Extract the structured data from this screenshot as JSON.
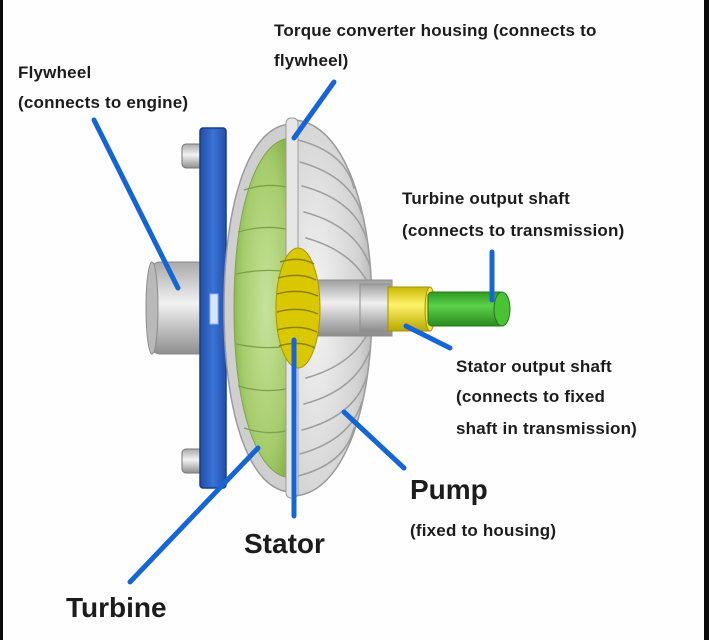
{
  "labels": {
    "housing_1": "Torque converter housing (connects to",
    "housing_2": "flywheel)",
    "flywheel_1": "Flywheel",
    "flywheel_2": "(connects to engine)",
    "turbine_shaft_1": "Turbine output shaft",
    "turbine_shaft_2": "(connects to transmission)",
    "stator_shaft_1": "Stator output shaft",
    "stator_shaft_2": "(connects to fixed",
    "stator_shaft_3": "shaft in transmission)",
    "pump": "Pump",
    "pump_note": "(fixed to housing)",
    "stator": "Stator",
    "turbine": "Turbine"
  },
  "colors": {
    "pointer": "#1565d8",
    "flywheel_plate": "#2d5fbf",
    "turbine_green": "#a6cc6c",
    "stator_yellow": "#e8d800",
    "output_shaft_green": "#3fae2e",
    "housing_grey": "#c9c9c9"
  }
}
